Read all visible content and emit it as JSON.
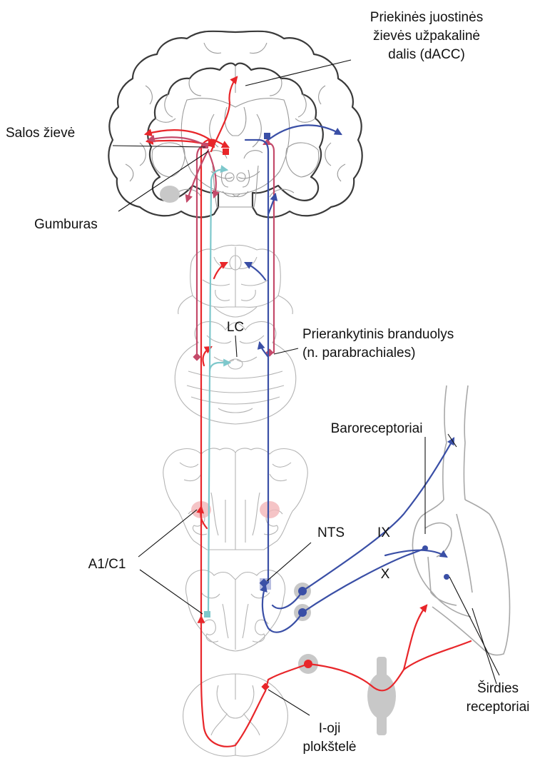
{
  "colors": {
    "red": "#e8262a",
    "blue": "#3a4fa6",
    "pink": "#c44a6a",
    "cyan": "#7ec8cc",
    "gray_blob": "#c8c8c8",
    "outline": "#3a3a3a"
  },
  "labels": {
    "dacc_line1": "Priekinės juostinės",
    "dacc_line2": "žievės užpakalinė",
    "dacc_line3": "dalis (dACC)",
    "insula": "Salos žievė",
    "thalamus": "Gumburas",
    "lc": "LC",
    "parabrachial_line1": "Prierankytinis branduolys",
    "parabrachial_line2": "(n. parabrachiales)",
    "baroreceptors": "Baroreceptoriai",
    "nts": "NTS",
    "ix": "IX",
    "x": "X",
    "a1c1": "A1/C1",
    "heart_receptors_line1": "Širdies",
    "heart_receptors_line2": "receptoriai",
    "lamina_line1": "I-oji",
    "lamina_line2": "plokštelė"
  },
  "icons": [
    "brain-coronal-section",
    "midbrain-section",
    "pons-section",
    "medulla-section",
    "spinal-cord-section",
    "heart-outline",
    "ganglion"
  ]
}
